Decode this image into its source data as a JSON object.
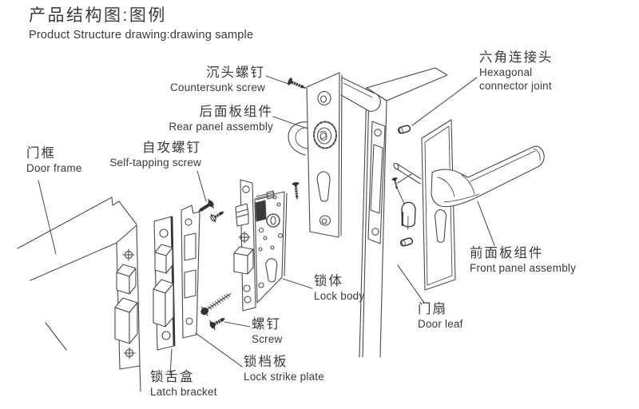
{
  "title": {
    "zh": "产品结构图:图例",
    "en": "Product Structure drawing:drawing sample"
  },
  "labels": {
    "countersunk_screw": {
      "zh": "沉头螺钉",
      "en": "Countersunk screw"
    },
    "hexagonal_connector": {
      "zh": "六角连接头",
      "en_line1": "Hexagonal",
      "en_line2": "connector joint"
    },
    "rear_panel": {
      "zh": "后面板组件",
      "en": "Rear panel assembly"
    },
    "door_frame": {
      "zh": "门框",
      "en": "Door frame"
    },
    "self_tapping_screw": {
      "zh": "自攻螺钉",
      "en": "Self-tapping screw"
    },
    "lock_body": {
      "zh": "锁体",
      "en": "Lock body"
    },
    "door_leaf": {
      "zh": "门扇",
      "en": "Door leaf"
    },
    "front_panel": {
      "zh": "前面板组件",
      "en": "Front panel assembly"
    },
    "screw": {
      "zh": "螺钉",
      "en": "Screw"
    },
    "lock_strike_plate": {
      "zh": "锁档板",
      "en": "Lock strike plate"
    },
    "latch_bracket": {
      "zh": "锁舌盒",
      "en": "Latch bracket"
    }
  },
  "colors": {
    "line": "#4a4a4a",
    "dark": "#333333",
    "text": "#3a3a3a",
    "background": "#ffffff"
  }
}
